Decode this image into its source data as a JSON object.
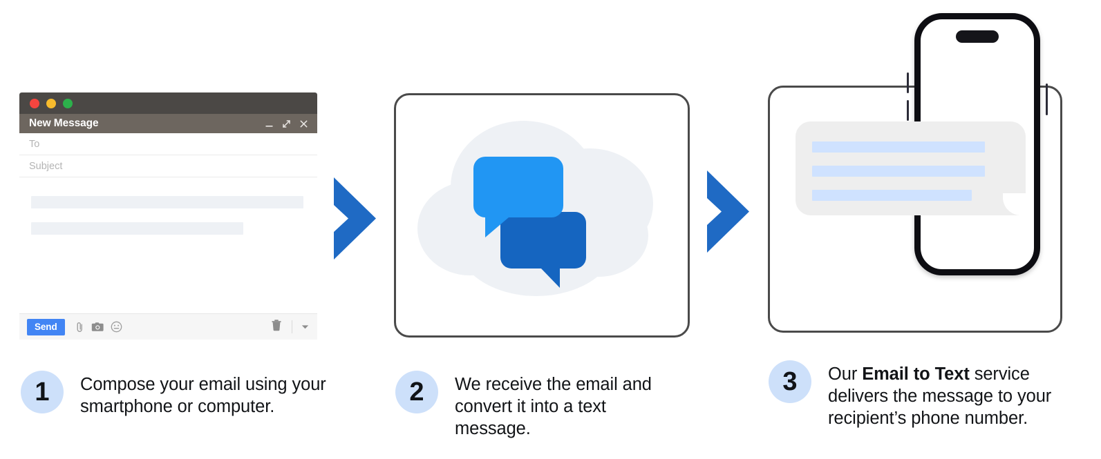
{
  "colors": {
    "arrow_blue": "#1f6ac4",
    "badge_blue": "#cde0fa",
    "send_blue": "#4285f4",
    "card_border": "#4a4a4a",
    "cloud_gray": "#eef1f5",
    "bubble_light_blue": "#2196f3",
    "bubble_dark_blue": "#1565c0",
    "sms_gray": "#eeeeee",
    "sms_text_blue": "#cfe2ff",
    "chrome_dark": "#4b4845",
    "titlebar": "#6d665f",
    "body_placeholder": "#eef1f5"
  },
  "compose_window": {
    "traffic_lights": [
      "close-red",
      "minimize-yellow",
      "zoom-green"
    ],
    "title": "New Message",
    "window_buttons": [
      "minimize",
      "expand",
      "close"
    ],
    "fields": [
      {
        "name": "to",
        "placeholder": "To",
        "value": ""
      },
      {
        "name": "subject",
        "placeholder": "Subject",
        "value": ""
      }
    ],
    "body_placeholder_lines": 2,
    "toolbar": {
      "send_label": "Send",
      "icons": [
        "attach-icon",
        "camera-icon",
        "emoji-icon"
      ],
      "right_icons": [
        "trash-icon",
        "chevron-down-icon"
      ]
    }
  },
  "cloud_panel": {
    "illustration": "cloud-with-chat-bubbles",
    "bubbles": 2
  },
  "phone_panel": {
    "illustration": "smartphone-with-sms-bubble",
    "sms_lines": 3
  },
  "arrows": [
    {
      "name": "arrow-step1-to-step2"
    },
    {
      "name": "arrow-step2-to-step3"
    }
  ],
  "steps": [
    {
      "number": "1",
      "text_plain": "Compose your email using your smartphone or computer.",
      "text_html": "Compose your email using your smartphone or computer."
    },
    {
      "number": "2",
      "text_plain": "We receive the email and convert it into a text message.",
      "text_html": "We receive the email and convert it into a text message."
    },
    {
      "number": "3",
      "text_plain": "Our Email to Text service delivers the message to your recipient’s phone number.",
      "text_html": "Our <b>Email to Text</b> service delivers the message to your recipient’s phone number."
    }
  ]
}
